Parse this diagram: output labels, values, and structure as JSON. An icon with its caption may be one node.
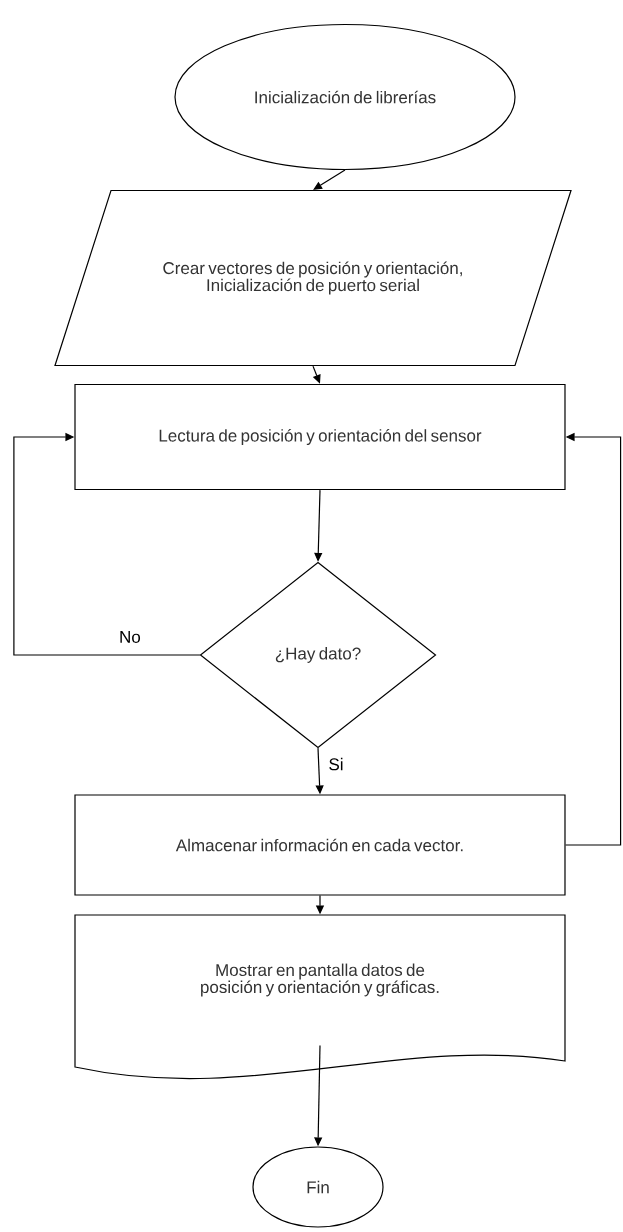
{
  "diagram": {
    "nodes": [
      {
        "text": [
          "Inicialización de librerías"
        ]
      },
      {
        "text": [
          "Crear vectores de posición y orientación, Inicialización de puerto serial"
        ]
      },
      {
        "text": [
          "Lectura de posición y orientación del sensor"
        ]
      },
      {
        "text": [
          "¿Hay dato?"
        ]
      },
      {
        "text": [
          "Almacenar información en cada vector."
        ]
      },
      {
        "text": [
          "Mostrar en pantalla datos de posición y orientación y gráficas."
        ]
      },
      {
        "text": [
          "Fin"
        ]
      }
    ],
    "edges": [
      {
        "from": 0,
        "to": 1,
        "arrow": "to"
      },
      {
        "from": 1,
        "to": 2,
        "arrow": "to"
      },
      {
        "from": 2,
        "to": 3,
        "arrow": "to"
      },
      {
        "from": 3,
        "to": 2,
        "arrow": "to",
        "label": "No"
      },
      {
        "from": 3,
        "to": 4,
        "arrow": "to",
        "label": "Si"
      },
      {
        "from": 4,
        "to": 2,
        "arrow": "to"
      },
      {
        "from": 4,
        "to": 5,
        "arrow": "to"
      },
      {
        "from": 5,
        "to": 6,
        "arrow": "to"
      }
    ]
  }
}
